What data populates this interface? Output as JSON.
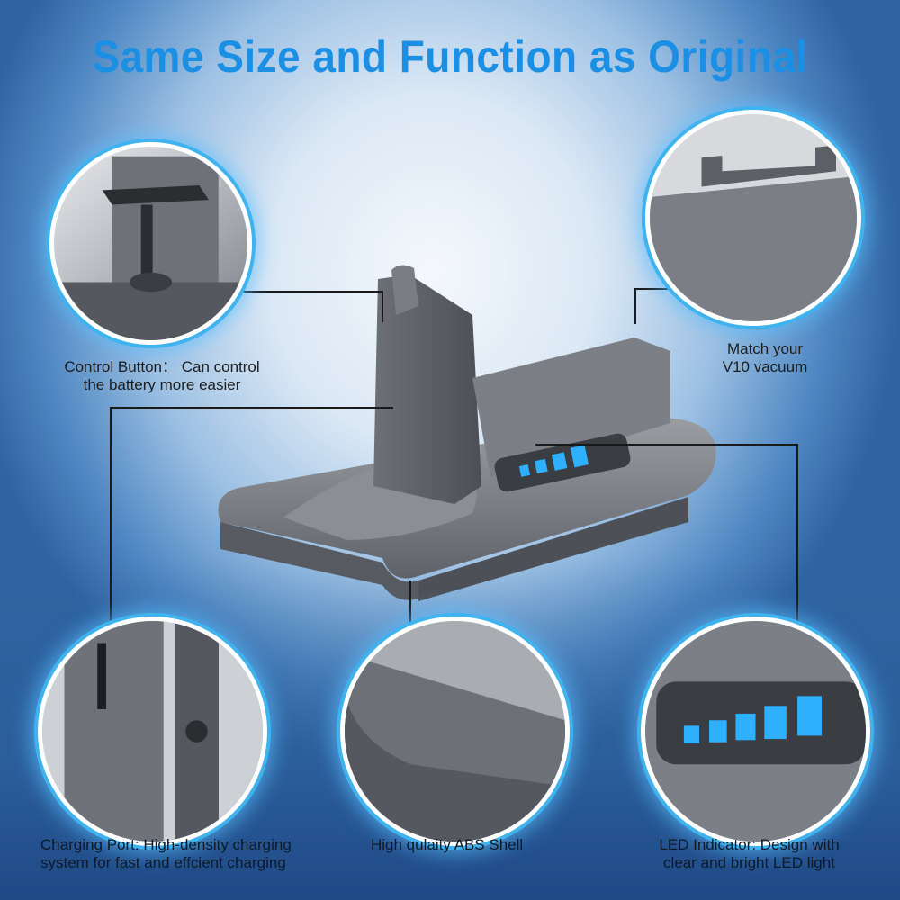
{
  "title": "Same Size and Function as Original",
  "callouts": {
    "control_button": {
      "line1": "Control Button： Can control",
      "line2": "the battery more easier"
    },
    "match": {
      "line1": "Match your",
      "line2": "V10 vacuum"
    },
    "charging_port": {
      "line1": "Charging Port: High-density charging",
      "line2": "system for fast and effcient charging"
    },
    "shell": {
      "line1": "High qulaity ABS Shell"
    },
    "led": {
      "line1": "LED Indicator: Design with",
      "line2": "clear and bright LED light"
    }
  },
  "colors": {
    "title": "#1a8fe3",
    "led": "#2fb0ff",
    "shell": "#7d8188"
  }
}
